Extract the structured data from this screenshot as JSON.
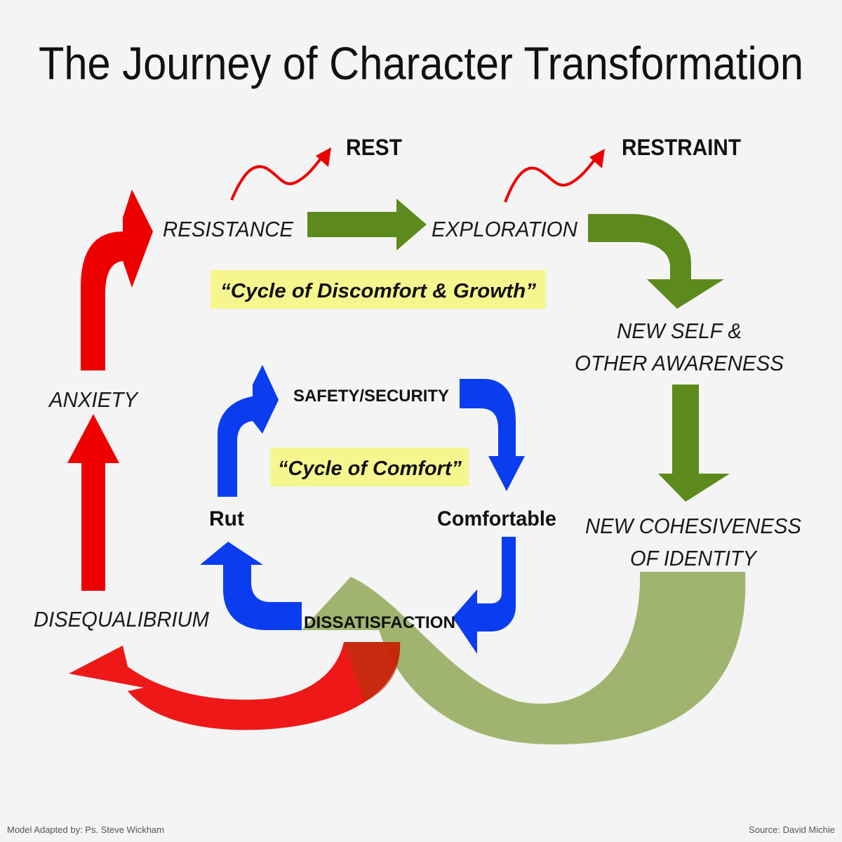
{
  "title": "The Journey of Character Transformation",
  "labels": {
    "rest": "REST",
    "restraint": "RESTRAINT",
    "resistance": "RESISTANCE",
    "exploration": "EXPLORATION",
    "new_self_line1": "NEW SELF &",
    "new_self_line2": "OTHER AWARENESS",
    "new_cohesiveness_line1": "NEW COHESIVENESS",
    "new_cohesiveness_line2": "OF IDENTITY",
    "anxiety": "ANXIETY",
    "disequilibrium": "DISEQUALIBRIUM",
    "safety_security": "SAFETY/SECURITY",
    "rut": "Rut",
    "comfortable": "Comfortable",
    "dissatisfaction": "DISSATISFACTION"
  },
  "callouts": {
    "growth_cycle": "“Cycle of Discomfort & Growth”",
    "comfort_cycle": "“Cycle of Comfort”"
  },
  "footer": {
    "left": "Model Adapted by: Ps. Steve Wickham",
    "right": "Source: David Michie"
  },
  "colors": {
    "red": "#ee0000",
    "dark_red": "#b30000",
    "green": "#5d8a1c",
    "olive": "#8ea653",
    "blue": "#0a3df0",
    "highlight": "#f6f68f"
  }
}
